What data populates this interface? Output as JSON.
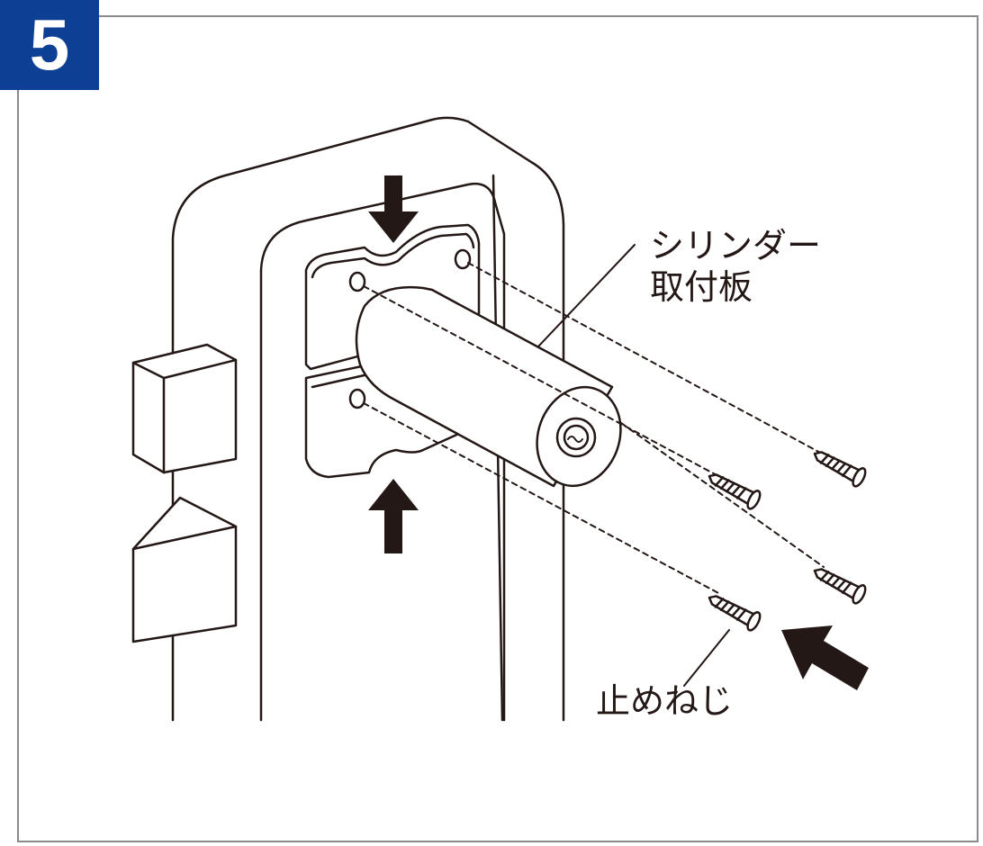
{
  "step": {
    "number": "5",
    "badge_color": "#0d3f94"
  },
  "labels": {
    "cylinder_plate_line1": "シリンダー",
    "cylinder_plate_line2": "取付板",
    "screws": "止めねじ"
  },
  "icons": [
    "down-arrow-icon",
    "up-arrow-icon",
    "diagonal-arrow-icon",
    "screw-icon"
  ]
}
